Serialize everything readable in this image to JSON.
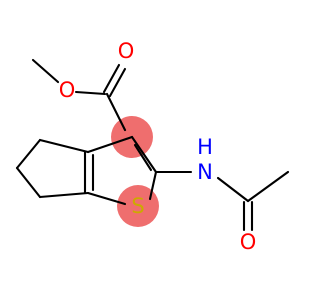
{
  "molecule": {
    "highlight_color": "#ef6e6e",
    "bond_color": "#000000",
    "atoms": {
      "ester_carbonyl_oxygen": {
        "label": "O",
        "color": "#ff0000"
      },
      "ester_ether_oxygen": {
        "label": "O",
        "color": "#ff0000"
      },
      "amide_nitrogen": {
        "label": "H\nN",
        "line1": "H",
        "line2": "N",
        "color": "#0000ff"
      },
      "amide_carbonyl_oxygen": {
        "label": "O",
        "color": "#ff0000"
      },
      "thiophene_sulfur": {
        "label": "S",
        "color": "#ccaa00"
      }
    }
  }
}
